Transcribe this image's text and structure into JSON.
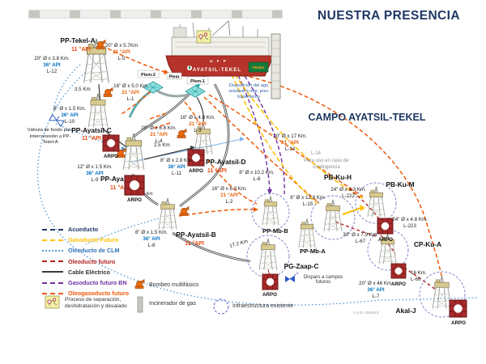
{
  "title": "NUESTRA PRESENCIA",
  "subtitle": "CAMPO AYATSIL-TEKEL",
  "ship": {
    "line1": "U F P",
    "line2": "AYATSIL-TEKEL",
    "badge": "PEMEX"
  },
  "plems": {
    "plem2": "Plem-2",
    "plem": "Plem",
    "plem1": "Plem-1"
  },
  "platforms": {
    "tekel_a": {
      "name": "PP-Tekel-A",
      "api": "11 °API"
    },
    "ayatsil_c": {
      "name": "PP-Ayatsil-C",
      "api": "11 °API"
    },
    "ayatsil_a": {
      "name": "PP-Aya",
      "api": "11 °A"
    },
    "ayatsil_d": {
      "name": "PP-Ayatsil-D",
      "api": "11 °API"
    },
    "ayatsil_b": {
      "name": "PP-Ayatsil-B",
      "api": "11 °API"
    },
    "pb_ku_h": {
      "name": "PB-Ku-H"
    },
    "pb_ku_m": {
      "name": "PB-Ku-M"
    },
    "cp_ku_a": {
      "name": "CP-Ku-A"
    },
    "pp_mb_b": {
      "name": "PP-Mb-B"
    },
    "pp_mb_a": {
      "name": "PP-Mb-A"
    },
    "pg_zaap_c": {
      "name": "PG-Zaap-C"
    },
    "akal_j": {
      "name": "Akal-J"
    }
  },
  "arpo_label": "ARPO",
  "pipe_labels": {
    "l12": {
      "l1": "20\" Ø x 3.8 Km.",
      "l2": "36° API",
      "l3": "L-12"
    },
    "l5": {
      "l1": "20\" Ø x 5.7Km",
      "l2": "21 °API",
      "l3": "L-5"
    },
    "l1": {
      "l1": "16\" Ø x 5.0 Km",
      "l2": "21 °API",
      "l3": "L-1"
    },
    "l10": {
      "l1": "8\" Ø x 1.5 Km.",
      "l2": "36° API",
      "l3": "L-10"
    },
    "l9": {
      "l1": "12\" Ø x 1.5 Km.",
      "l2": "36° API",
      "l3": "L-9"
    },
    "l4": {
      "l1": "20\" Ø x 6.8 Km.",
      "l2": "21 °API",
      "l3": "L-4"
    },
    "l3": {
      "l1": "16\" Ø x 4.8 Km.",
      "l2": "21 °API",
      "l3": "L-3"
    },
    "l11": {
      "l1": "8\" Ø x 2.8 Km.",
      "l2": "36° API",
      "l3": "L-11"
    },
    "l8": {
      "l1": "8\" Ø x 1.5 Km.",
      "l2": "36° API",
      "l3": "L-8"
    },
    "l6": {
      "l1": "8\" Ø x 10.2 Km.",
      "l2": "L-6"
    },
    "l14": {
      "l1": "20\" Ø x 17 Km.",
      "l2": "21 °API",
      "l3": "L-14"
    },
    "l2": {
      "l1": "16\" Ø x 8.3 Km.",
      "l2": "21 °API",
      "l3": "L-2"
    },
    "l15": {
      "l1": "8\" Ø x 12.8 Km.",
      "l2": "L-15"
    },
    "l222": {
      "l1": "24\" Ø x 3.3 Km.",
      "l2": "L-222"
    },
    "l223": {
      "l1": "24\" Ø x 4.8 Km.",
      "l2": "L-223"
    },
    "l67": {
      "l1": "30\" Ø x 7.9 Km.",
      "l2": "L-67"
    },
    "l7": {
      "l1": "20\" Ø x 46 Km.",
      "l2": "36° API",
      "l3": "L-7"
    },
    "l60": {
      "l1": "16 Km.",
      "l2": "L-60"
    },
    "km35": "3.5 Km",
    "km25": "2.5 Km",
    "km172": "17.2 Km",
    "km_frag": "Km"
  },
  "notes": {
    "valvula": "Válvula de fondo para interconexión a PP-Tekel-A",
    "disp1": "Disposición del agu",
    "disp2": "residual a mar, prev",
    "disp3": "tratamiento",
    "cont1": "L-14",
    "cont2": "Para uso en caso de",
    "cont3": "contingencia",
    "disparo": "Disparo a campos futuros",
    "version": "v 2 D I 090413"
  },
  "legend": {
    "items": [
      {
        "label": "Acueducto",
        "color": "#1F3864",
        "style": "dashed"
      },
      {
        "label": "Gasoducto Futuro",
        "color": "#FFC000",
        "style": "dashed"
      },
      {
        "label": "Oleoducto de CLM",
        "color": "#5B9BD5",
        "style": "dotted"
      },
      {
        "label": "Oleoducto futuro",
        "color": "#B22222",
        "style": "dashed"
      },
      {
        "label": "Cable Eléctrico",
        "color": "#3A3A3A",
        "style": "solid"
      },
      {
        "label": "Gasoducto futuro BN",
        "color": "#7030A0",
        "style": "dashed"
      },
      {
        "label": "Oleogasoducto futuro",
        "color": "#EE5A0A",
        "style": "dashed"
      }
    ],
    "proceso": "Proceso de separación, deshidratación y desalado",
    "bombeo": "Bombeo multifásico",
    "incinerador": "Incinerador de gas",
    "infraestructura": "Infraestructura existente"
  },
  "colors": {
    "accent_navy": "#1F3864",
    "arpo_red": "#A62A2A",
    "pump_orange": "#ED6A0C",
    "plem_teal": "#49C2C2",
    "ship_red": "#B5332A",
    "pemex_green": "#157A3B",
    "api_orange": "#E8600A",
    "api_blue": "#0070C0",
    "platform_circle": "#8486C8"
  }
}
